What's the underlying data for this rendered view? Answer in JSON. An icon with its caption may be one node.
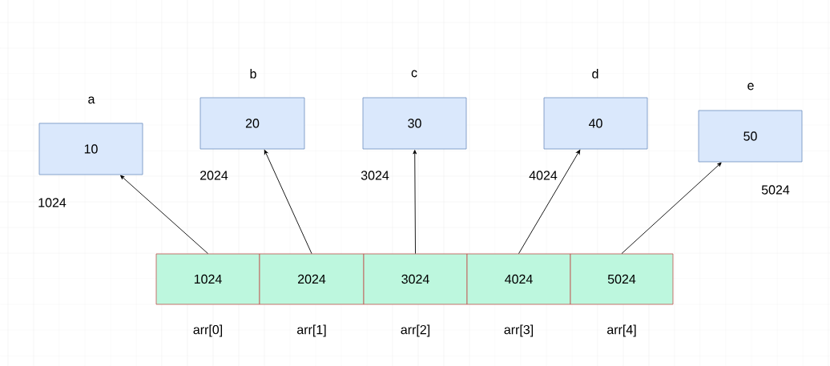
{
  "diagram": {
    "nodes": [
      {
        "text": [
          "a",
          "10"
        ],
        "beside": [
          "1024"
        ]
      },
      {
        "text": [
          "b",
          "20"
        ],
        "beside": [
          "2024"
        ]
      },
      {
        "text": [
          "c",
          "30"
        ],
        "beside": [
          "3024"
        ]
      },
      {
        "text": [
          "d",
          "40"
        ],
        "beside": [
          "4024"
        ]
      },
      {
        "text": [
          "e",
          "50"
        ],
        "beside": [
          "5024"
        ]
      },
      {
        "text": [
          "1024"
        ],
        "beside": [
          "arr[0]"
        ]
      },
      {
        "text": [
          "2024"
        ],
        "beside": [
          "arr[1]"
        ]
      },
      {
        "text": [
          "3024"
        ],
        "beside": [
          "arr[2]"
        ]
      },
      {
        "text": [
          "4024"
        ],
        "beside": [
          "arr[3]"
        ]
      },
      {
        "text": [
          "5024"
        ],
        "beside": [
          "arr[4]"
        ]
      }
    ],
    "edges": [
      {
        "from": 5,
        "to": 0,
        "arrow": "to"
      },
      {
        "from": 6,
        "to": 1,
        "arrow": "to"
      },
      {
        "from": 7,
        "to": 2,
        "arrow": "to"
      },
      {
        "from": 8,
        "to": 3,
        "arrow": "to"
      },
      {
        "from": 9,
        "to": 4,
        "arrow": "to"
      }
    ]
  }
}
